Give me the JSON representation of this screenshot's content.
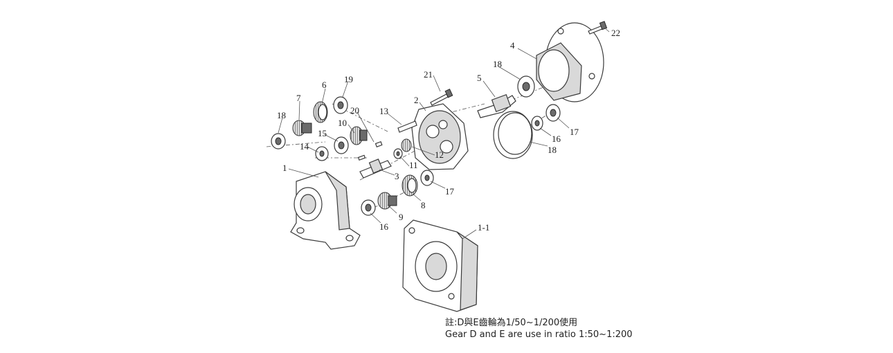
{
  "diagram": {
    "callouts": {
      "p1": "1",
      "p1_1": "1-1",
      "p2": "2",
      "p3": "3",
      "p4": "4",
      "p5": "5",
      "p6": "6",
      "p7": "7",
      "p8": "8",
      "p9": "9",
      "p10": "10",
      "p11": "11",
      "p12": "12",
      "p13": "13",
      "p14": "14",
      "p15": "15",
      "p16a": "16",
      "p16b": "16",
      "p17a": "17",
      "p17b": "17",
      "p18a": "18",
      "p18b": "18",
      "p18c": "18",
      "p19": "19",
      "p20": "20",
      "p21": "21",
      "p22": "22"
    }
  },
  "note": {
    "line1": "註:D與E齒輪為1/50~1/200使用",
    "line2": "Gear D and E are use in ratio 1:50~1:200"
  }
}
